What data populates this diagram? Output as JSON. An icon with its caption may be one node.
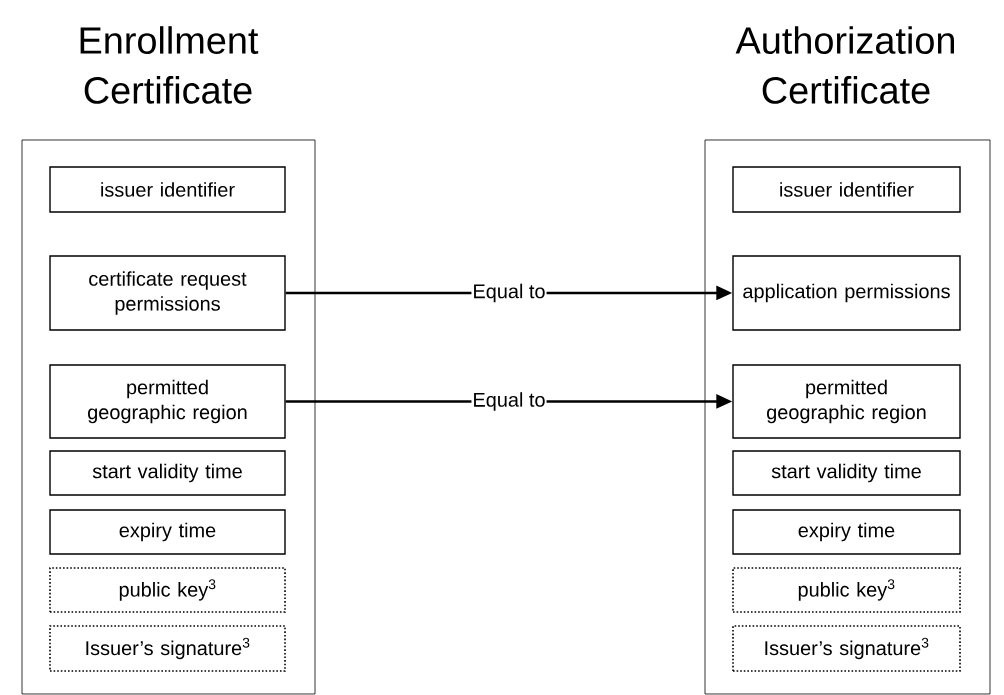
{
  "diagram": {
    "nodes": [
      {
        "text": [
          "Enrollment Certificate"
        ]
      },
      {
        "text": [
          "issuer identifier"
        ],
        "in": 0
      },
      {
        "text": [
          "certificate request permissions"
        ],
        "in": 0
      },
      {
        "text": [
          "permitted geographic region"
        ],
        "in": 0
      },
      {
        "text": [
          "start validity time"
        ],
        "in": 0
      },
      {
        "text": [
          "expiry time"
        ],
        "in": 0
      },
      {
        "text": [
          "public key$^{3}$"
        ],
        "in": 0
      },
      {
        "text": [
          "Issuer’s signature$^{3}$"
        ],
        "in": 0
      },
      {
        "text": [
          "Authorization Certificate"
        ]
      },
      {
        "text": [
          "issuer identifier"
        ],
        "in": 8
      },
      {
        "text": [
          "application permissions"
        ],
        "in": 8
      },
      {
        "text": [
          "permitted geographic region"
        ],
        "in": 8
      },
      {
        "text": [
          "start validity time"
        ],
        "in": 8
      },
      {
        "text": [
          "expiry time"
        ],
        "in": 8
      },
      {
        "text": [
          "public key$^{3}$"
        ],
        "in": 8
      },
      {
        "text": [
          "Issuer’s signature$^{3}$"
        ],
        "in": 8
      }
    ],
    "edges": [
      {
        "from": 2,
        "to": 10,
        "arrow": "to",
        "label": "Equal to"
      },
      {
        "from": 3,
        "to": 11,
        "arrow": "to",
        "label": "Equal to"
      }
    ]
  }
}
